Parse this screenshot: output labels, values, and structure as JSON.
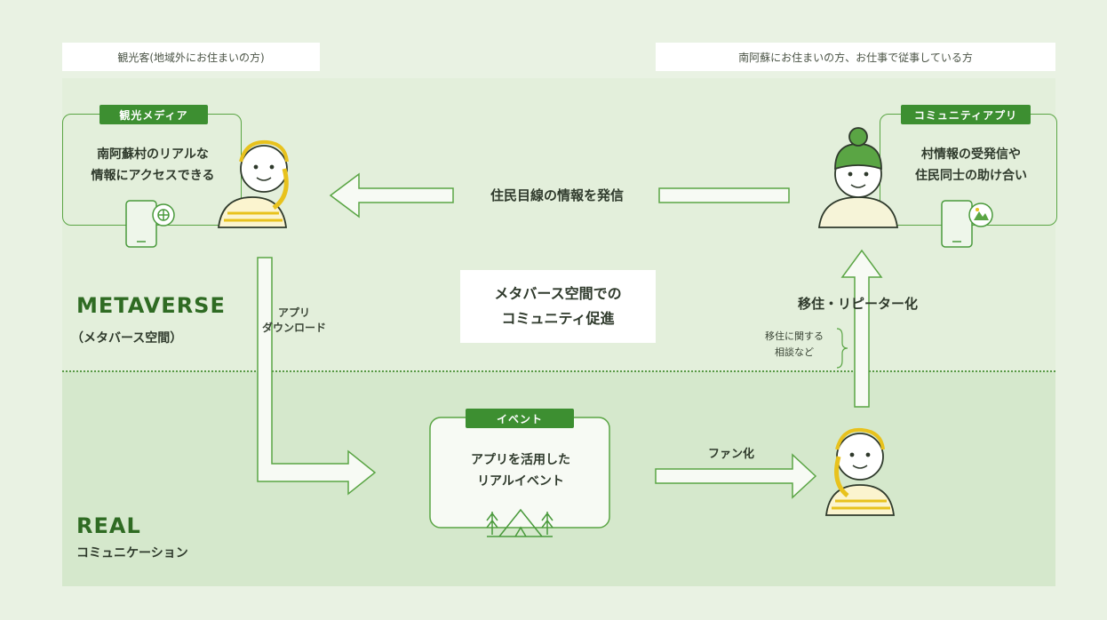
{
  "tags": {
    "visitors": "観光客(地域外にお住まいの方)",
    "residents": "南阿蘇にお住まいの方、お仕事で従事している方"
  },
  "media": {
    "pill": "観光メディア",
    "line1": "南阿蘇村のリアルな",
    "line2": "情報にアクセスできる"
  },
  "app": {
    "pill": "コミュニティアプリ",
    "line1": "村情報の受発信や",
    "line2": "住民同士の助け合い"
  },
  "flow": {
    "send_info": "住民目線の情報を発信",
    "download_line1": "アプリ",
    "download_line2": "ダウンロード",
    "migrate": "移住・リピーター化",
    "consult_line1": "移住に関する",
    "consult_line2": "相談など",
    "fan": "ファン化"
  },
  "center": {
    "line1": "メタバース空間での",
    "line2": "コミュニティ促進"
  },
  "metaverse": {
    "title": "METAVERSE",
    "subtitle": "（メタバース空間）"
  },
  "real": {
    "title": "REAL",
    "subtitle": "コミュニケーション"
  },
  "event": {
    "pill": "イベント",
    "line1": "アプリを活用した",
    "line2": "リアルイベント"
  },
  "colors": {
    "background": "#e9f2e3",
    "accent": "#3d8f31",
    "yellow": "#e8c21d"
  }
}
